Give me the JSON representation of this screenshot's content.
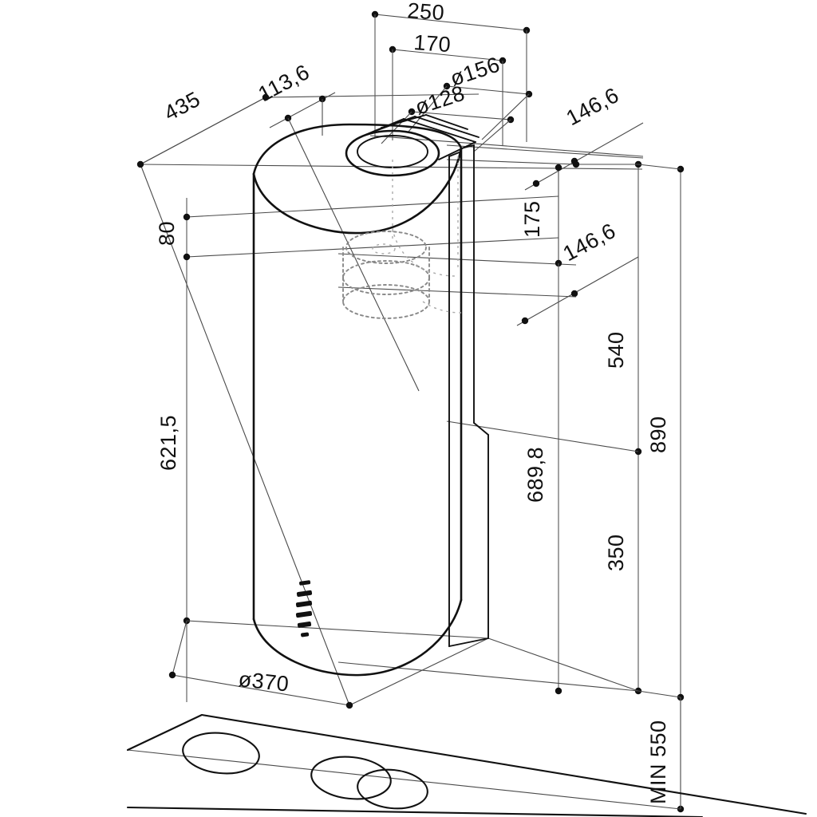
{
  "drawing": {
    "title": "Cylindrical island cooker hood — isometric dimensioned drawing",
    "units": "mm",
    "decimal_separator": ",",
    "line_colors": {
      "outline": "#111111",
      "dimension": "#4a4a4a",
      "hidden": "#888888",
      "background": "#ffffff"
    }
  },
  "dimensions": {
    "top_250": "250",
    "top_170": "170",
    "dia_156": "ø156",
    "dia_128": "ø128",
    "depth_435": "435",
    "offset_113_6": "113,6",
    "right_146_6_upper": "146,6",
    "right_146_6_lower": "146,6",
    "right_175": "175",
    "left_80": "80",
    "height_621_5": "621,5",
    "height_540": "540",
    "height_890": "890",
    "height_689_8": "689,8",
    "height_350": "350",
    "dia_370": "ø370",
    "min_550": "MIN 550"
  },
  "features": {
    "body": "cylinder-hood-body",
    "chimney": "rear-chimney-duct",
    "outlet": "top-air-outlet-collar",
    "motor": "internal-motor-assembly-hidden",
    "control_panel": "push-button-control-strip",
    "hob": "cooktop-reference-outline",
    "burners": 3
  },
  "control_panel": {
    "marks": 5,
    "label": "control-buttons"
  }
}
